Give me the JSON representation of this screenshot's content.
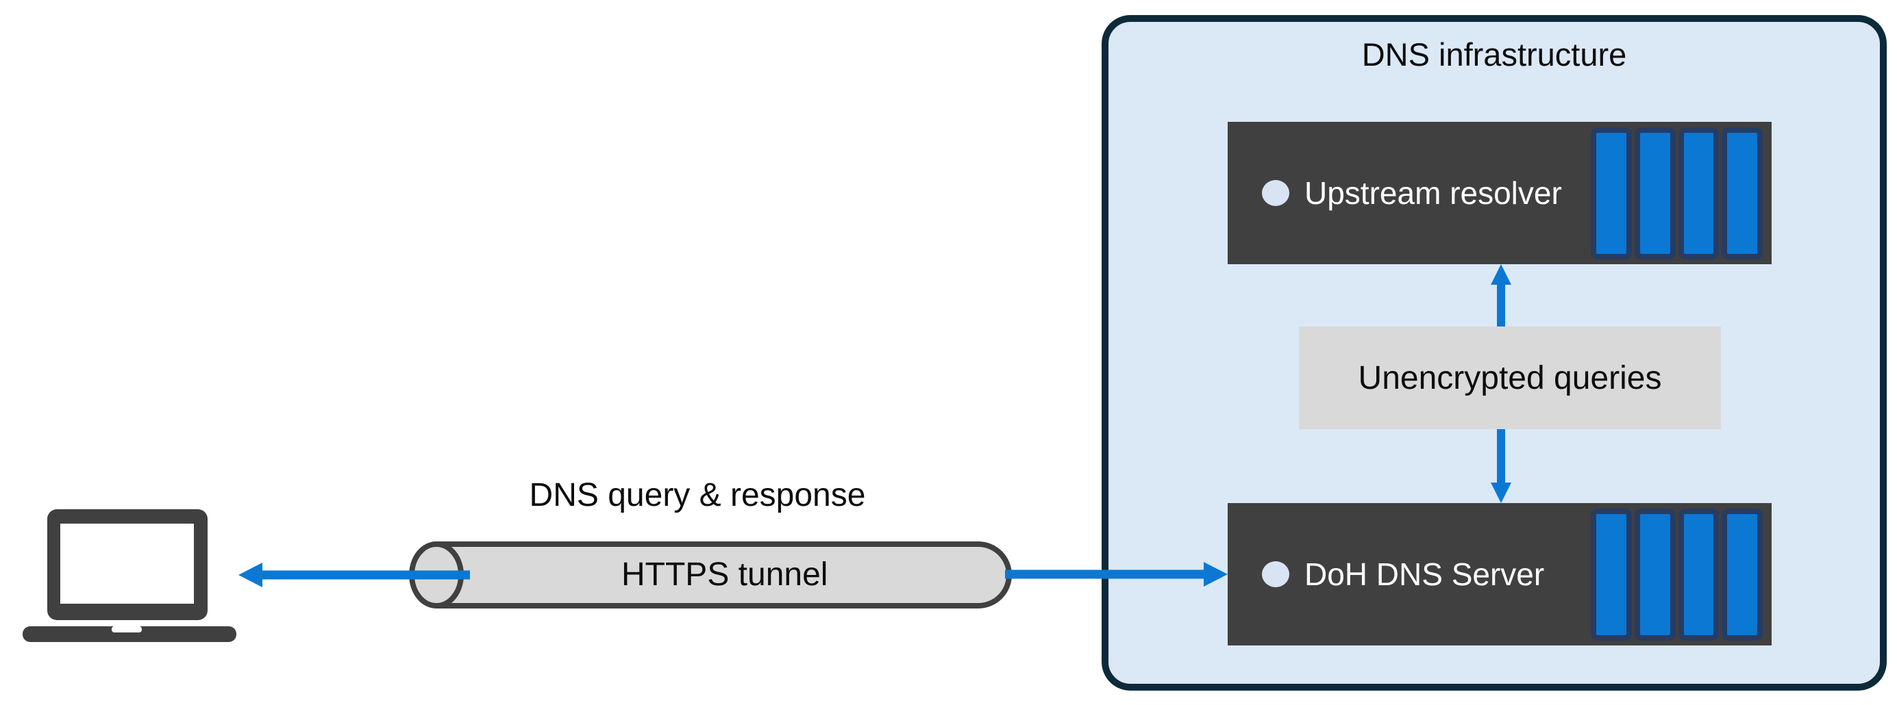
{
  "colors": {
    "canvas-bg": "#ffffff",
    "accent-blue": "#0b78d4",
    "dark-gray": "#404040",
    "light-gray": "#d9d9d9",
    "stripe-navy": "#263c63",
    "infra-fill": "#dbe8f6",
    "infra-border": "#0d2a3a",
    "led": "#d8e4f4",
    "text-dark": "#0d0d0d",
    "text-light": "#ffffff"
  },
  "labels": {
    "dns_query_response": "DNS query & response",
    "https_tunnel": "HTTPS tunnel"
  },
  "infrastructure": {
    "title": "DNS infrastructure",
    "unencrypted_label": "Unencrypted queries",
    "servers": [
      {
        "label": "Upstream resolver"
      },
      {
        "label": "DoH DNS Server"
      }
    ]
  }
}
